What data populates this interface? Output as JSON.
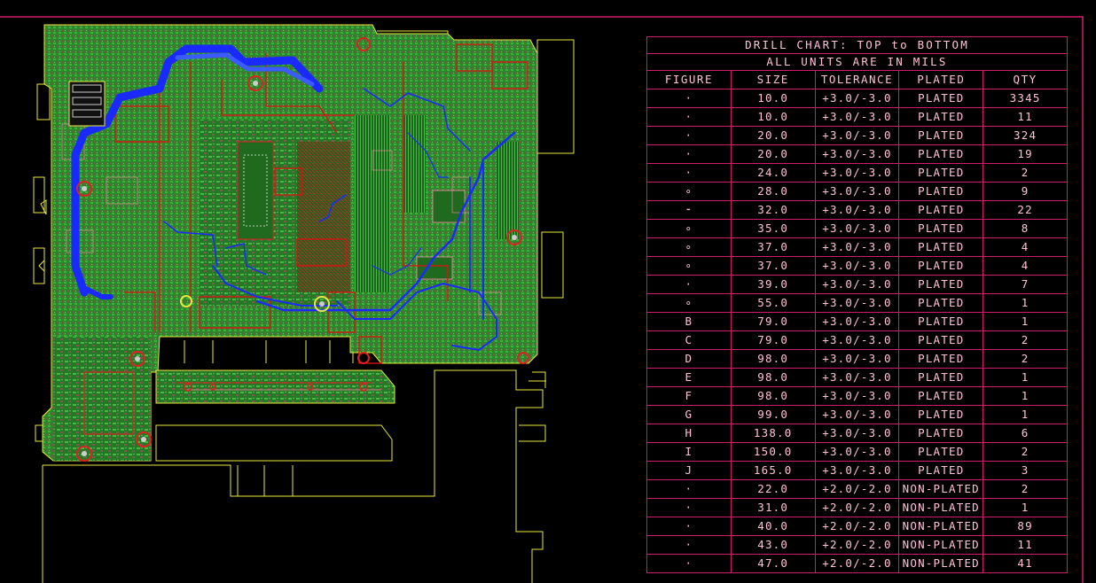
{
  "drill_chart": {
    "title": "DRILL CHART: TOP to BOTTOM",
    "subtitle": "ALL UNITS ARE IN MILS",
    "headers": [
      "FIGURE",
      "SIZE",
      "TOLERANCE",
      "PLATED",
      "QTY"
    ],
    "rows": [
      {
        "figure": "·",
        "size": "10.0",
        "tolerance": "+3.0/-3.0",
        "plated": "PLATED",
        "qty": "3345"
      },
      {
        "figure": "·",
        "size": "10.0",
        "tolerance": "+3.0/-3.0",
        "plated": "PLATED",
        "qty": "11"
      },
      {
        "figure": "·",
        "size": "20.0",
        "tolerance": "+3.0/-3.0",
        "plated": "PLATED",
        "qty": "324"
      },
      {
        "figure": "·",
        "size": "20.0",
        "tolerance": "+3.0/-3.0",
        "plated": "PLATED",
        "qty": "19"
      },
      {
        "figure": "·",
        "size": "24.0",
        "tolerance": "+3.0/-3.0",
        "plated": "PLATED",
        "qty": "2"
      },
      {
        "figure": "∘",
        "size": "28.0",
        "tolerance": "+3.0/-3.0",
        "plated": "PLATED",
        "qty": "9"
      },
      {
        "figure": "⁃",
        "size": "32.0",
        "tolerance": "+3.0/-3.0",
        "plated": "PLATED",
        "qty": "22"
      },
      {
        "figure": "∘",
        "size": "35.0",
        "tolerance": "+3.0/-3.0",
        "plated": "PLATED",
        "qty": "8"
      },
      {
        "figure": "∘",
        "size": "37.0",
        "tolerance": "+3.0/-3.0",
        "plated": "PLATED",
        "qty": "4"
      },
      {
        "figure": "∘",
        "size": "37.0",
        "tolerance": "+3.0/-3.0",
        "plated": "PLATED",
        "qty": "4"
      },
      {
        "figure": "·",
        "size": "39.0",
        "tolerance": "+3.0/-3.0",
        "plated": "PLATED",
        "qty": "7"
      },
      {
        "figure": "∘",
        "size": "55.0",
        "tolerance": "+3.0/-3.0",
        "plated": "PLATED",
        "qty": "1"
      },
      {
        "figure": "B",
        "size": "79.0",
        "tolerance": "+3.0/-3.0",
        "plated": "PLATED",
        "qty": "1"
      },
      {
        "figure": "C",
        "size": "79.0",
        "tolerance": "+3.0/-3.0",
        "plated": "PLATED",
        "qty": "2"
      },
      {
        "figure": "D",
        "size": "98.0",
        "tolerance": "+3.0/-3.0",
        "plated": "PLATED",
        "qty": "2"
      },
      {
        "figure": "E",
        "size": "98.0",
        "tolerance": "+3.0/-3.0",
        "plated": "PLATED",
        "qty": "1"
      },
      {
        "figure": "F",
        "size": "98.0",
        "tolerance": "+3.0/-3.0",
        "plated": "PLATED",
        "qty": "1"
      },
      {
        "figure": "G",
        "size": "99.0",
        "tolerance": "+3.0/-3.0",
        "plated": "PLATED",
        "qty": "1"
      },
      {
        "figure": "H",
        "size": "138.0",
        "tolerance": "+3.0/-3.0",
        "plated": "PLATED",
        "qty": "6"
      },
      {
        "figure": "I",
        "size": "150.0",
        "tolerance": "+3.0/-3.0",
        "plated": "PLATED",
        "qty": "2"
      },
      {
        "figure": "J",
        "size": "165.0",
        "tolerance": "+3.0/-3.0",
        "plated": "PLATED",
        "qty": "3"
      },
      {
        "figure": "·",
        "size": "22.0",
        "tolerance": "+2.0/-2.0",
        "plated": "NON-PLATED",
        "qty": "2"
      },
      {
        "figure": "·",
        "size": "31.0",
        "tolerance": "+2.0/-2.0",
        "plated": "NON-PLATED",
        "qty": "1"
      },
      {
        "figure": "·",
        "size": "40.0",
        "tolerance": "+2.0/-2.0",
        "plated": "NON-PLATED",
        "qty": "89"
      },
      {
        "figure": "·",
        "size": "43.0",
        "tolerance": "+2.0/-2.0",
        "plated": "NON-PLATED",
        "qty": "11"
      },
      {
        "figure": "·",
        "size": "47.0",
        "tolerance": "+2.0/-2.0",
        "plated": "NON-PLATED",
        "qty": "41"
      }
    ]
  },
  "colors": {
    "background": "#000000",
    "outline": "#e8e840",
    "copper_top": "#2e9a2e",
    "copper_inner": "#1f6f1f",
    "trace_red": "#e01010",
    "trace_blue": "#1a2aff",
    "silkscreen_pink": "#ff88aa",
    "table_border": "#d01a6a",
    "table_text": "#ffc0d8",
    "frame": "#d01a6a"
  }
}
